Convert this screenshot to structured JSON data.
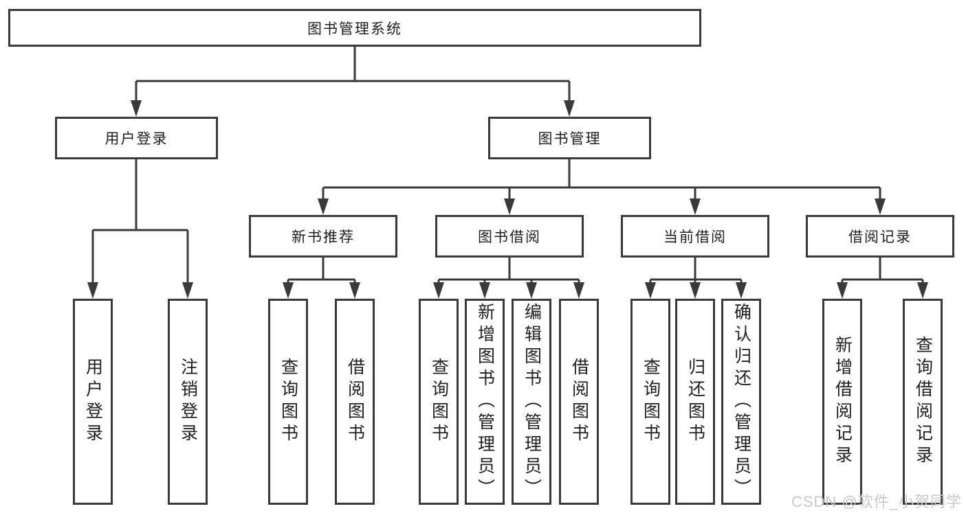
{
  "colors": {
    "line": "#3a3a3a",
    "text": "#1f1f1f",
    "watermark": "#c8c8c8",
    "background": "#ffffff"
  },
  "watermark": {
    "text": "CSDN @软件_小贺同学"
  },
  "tree": {
    "root": {
      "label": "图书管理系统"
    },
    "branches": [
      {
        "label": "用户登录",
        "leaves": [
          {
            "label": "用户登录"
          },
          {
            "label": "注销登录"
          }
        ]
      },
      {
        "label": "图书管理",
        "groups": [
          {
            "label": "新书推荐",
            "leaves": [
              {
                "label": "查询图书"
              },
              {
                "label": "借阅图书"
              }
            ]
          },
          {
            "label": "图书借阅",
            "leaves": [
              {
                "label": "查询图书"
              },
              {
                "label": "新增图书（管理员）"
              },
              {
                "label": "编辑图书（管理员）"
              },
              {
                "label": "借阅图书"
              }
            ]
          },
          {
            "label": "当前借阅",
            "leaves": [
              {
                "label": "查询图书"
              },
              {
                "label": "归还图书"
              },
              {
                "label": "确认归还（管理员）"
              }
            ]
          },
          {
            "label": "借阅记录",
            "leaves": [
              {
                "label": "新增借阅记录"
              },
              {
                "label": "查询借阅记录"
              }
            ]
          }
        ]
      }
    ]
  }
}
